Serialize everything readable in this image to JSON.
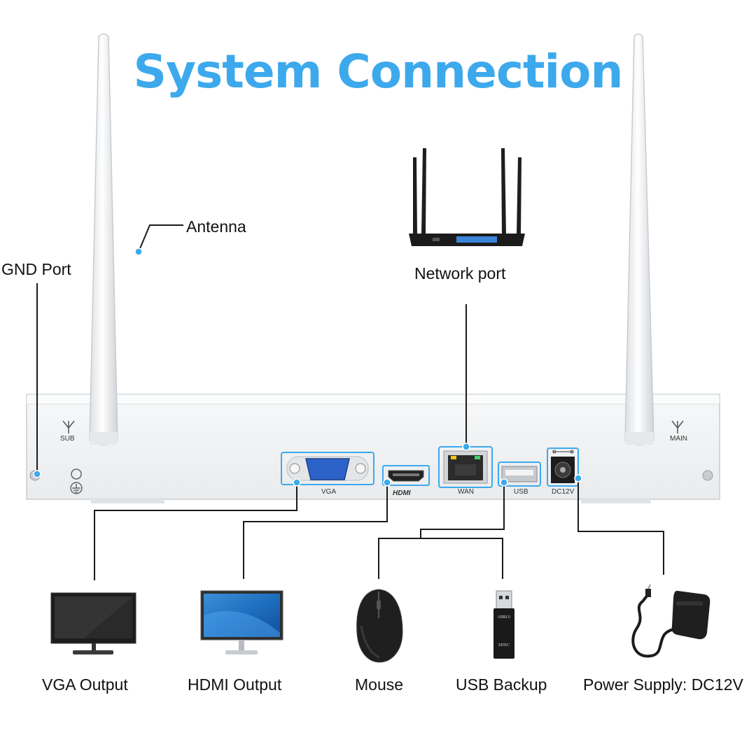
{
  "title": "System Connection",
  "colors": {
    "accent": "#3da9ec",
    "line": "#1a1a1a",
    "panel": "#f2f3f4"
  },
  "callouts": {
    "antenna": "Antenna",
    "gnd_port": "GND Port",
    "network_port": "Network port"
  },
  "panel": {
    "sub_label": "SUB",
    "main_label": "MAIN",
    "ports": {
      "vga": "VGA",
      "hdmi": "HDMI",
      "wan": "WAN",
      "usb": "USB",
      "dc": "DC12V"
    }
  },
  "devices": [
    {
      "id": "vga-output",
      "label": "VGA Output",
      "icon": "monitor-icon"
    },
    {
      "id": "hdmi-output",
      "label": "HDMI Output",
      "icon": "monitor-icon"
    },
    {
      "id": "mouse",
      "label": "Mouse",
      "icon": "mouse-icon"
    },
    {
      "id": "usb-backup",
      "label": "USB Backup",
      "icon": "usb-card-reader-icon"
    },
    {
      "id": "power-supply",
      "label": "Power Supply: DC12V",
      "icon": "power-adapter-icon"
    }
  ],
  "usb_reader_text": {
    "top": "USB3.0",
    "mid": "SDXC"
  }
}
